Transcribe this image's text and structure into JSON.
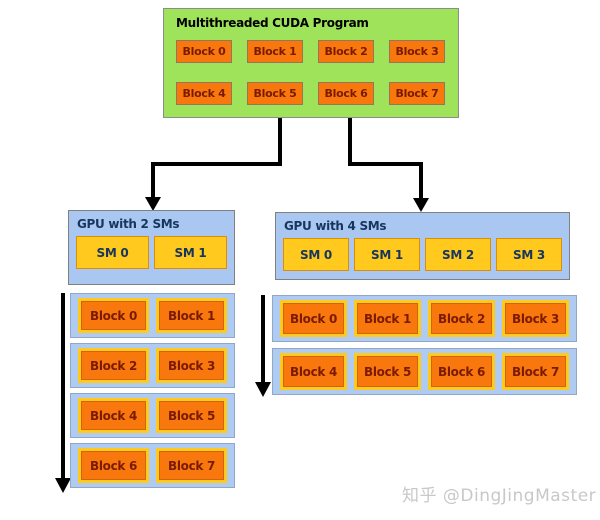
{
  "colors": {
    "green_fill": "#9ee35a",
    "green_border": "#8c8c8c",
    "orange_fill": "#f9780d",
    "orange_chip_border": "#97755b",
    "block_text": "#7a1a00",
    "gpu_fill": "#a9c7f0",
    "gpu_border": "#808080",
    "navy_text": "#17365d",
    "sm_fill": "#ffc91d",
    "sm_border": "#dd8d09",
    "row_fill": "#afcbf2",
    "row_border": "#90a8c6",
    "frame_gold": "#ffc91d",
    "frame_inner": "#d2650a",
    "arrow": "#000000",
    "watermark": "#c8c8c8"
  },
  "program_box": {
    "title": "Multithreaded CUDA Program",
    "blocks": [
      "Block 0",
      "Block 1",
      "Block 2",
      "Block 3",
      "Block 4",
      "Block 5",
      "Block 6",
      "Block 7"
    ]
  },
  "gpu_2sm": {
    "title": "GPU with 2 SMs",
    "sms": [
      "SM 0",
      "SM 1"
    ],
    "block_rows": [
      [
        "Block 0",
        "Block 1"
      ],
      [
        "Block 2",
        "Block 3"
      ],
      [
        "Block 4",
        "Block 5"
      ],
      [
        "Block 6",
        "Block 7"
      ]
    ]
  },
  "gpu_4sm": {
    "title": "GPU with 4 SMs",
    "sms": [
      "SM 0",
      "SM 1",
      "SM 2",
      "SM 3"
    ],
    "block_rows": [
      [
        "Block 0",
        "Block 1",
        "Block 2",
        "Block 3"
      ],
      [
        "Block 4",
        "Block 5",
        "Block 6",
        "Block 7"
      ]
    ]
  },
  "watermark": "知乎 @DingJingMaster"
}
